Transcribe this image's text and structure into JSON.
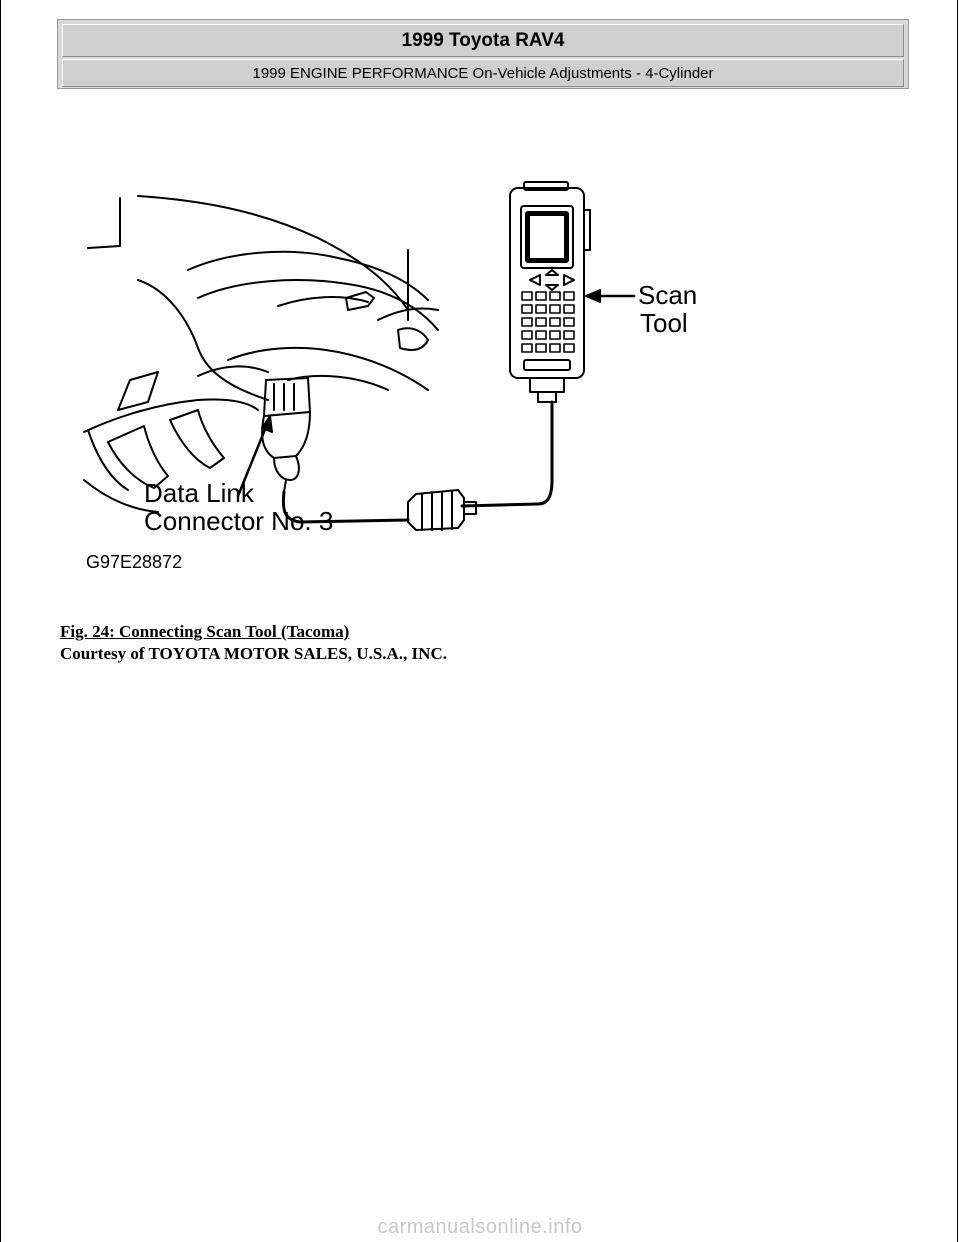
{
  "header": {
    "title": "1999 Toyota RAV4",
    "subtitle": "1999 ENGINE PERFORMANCE On-Vehicle Adjustments - 4-Cylinder"
  },
  "figure": {
    "label_scan_tool_line1": "Scan",
    "label_scan_tool_line2": "Tool",
    "label_dlc_line1": "Data Link",
    "label_dlc_line2": "Connector No. 3",
    "figure_code": "G97E28872"
  },
  "caption": {
    "title": "Fig. 24: Connecting Scan Tool (Tacoma)",
    "credit": "Courtesy of TOYOTA MOTOR SALES, U.S.A., INC."
  },
  "watermark": "carmanualsonline.info"
}
